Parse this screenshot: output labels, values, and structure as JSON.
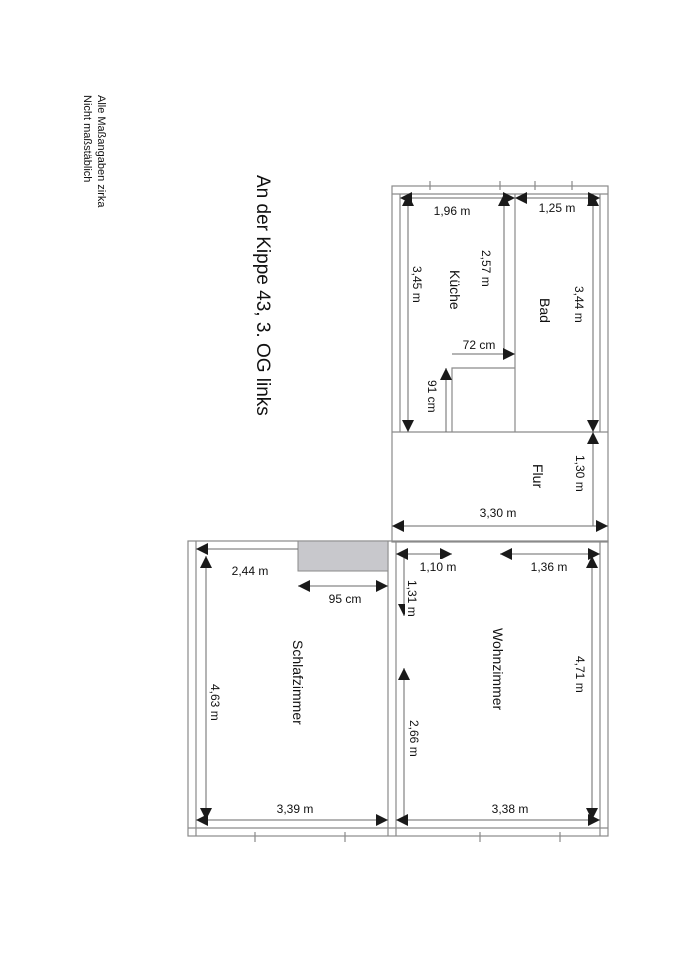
{
  "notes": {
    "line1": "Alle Maßangaben zirka",
    "line2": "Nicht maßstäblich"
  },
  "title": "An der Kippe 43, 3. OG links",
  "rooms": {
    "kueche": "Küche",
    "bad": "Bad",
    "flur": "Flur",
    "schlafzimmer": "Schlafzimmer",
    "wohnzimmer": "Wohnzimmer"
  },
  "dimensions": {
    "kueche_width": "1,96 m",
    "bad_width": "1,25 m",
    "kueche_length": "3,45 m",
    "kueche_inner": "2,57 m",
    "bad_length": "3,44 m",
    "step_width": "72 cm",
    "step_depth": "91 cm",
    "flur_depth": "1,30 m",
    "flur_length": "3,30 m",
    "schlaf_top": "2,44 m",
    "niche_width": "95 cm",
    "wohn_top_left": "1,10 m",
    "wohn_top_right": "1,36 m",
    "wohn_offset": "1,31 m",
    "schlaf_length": "4,63 m",
    "wohn_length": "4,71 m",
    "wohn_inner": "2,66 m",
    "schlaf_bottom": "3,39 m",
    "wohn_bottom": "3,38 m"
  },
  "colors": {
    "niche_fill": "#c8c8cc",
    "wall": "#8a8a8a",
    "arrow": "#1a1a1a"
  }
}
